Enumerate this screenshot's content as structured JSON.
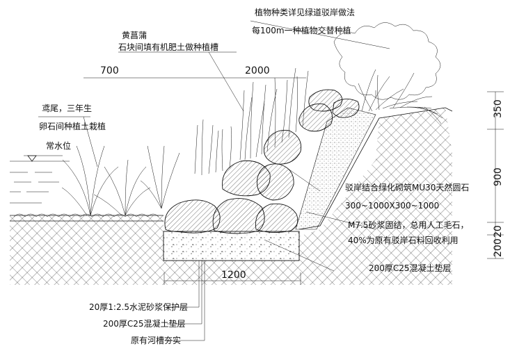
{
  "annotations": {
    "plant_note_1": "植物种类详见绿道驳岸做法",
    "plant_note_2": "每100m一种植物交替种植",
    "calamus_title": "黄菖蒲",
    "calamus_note": "石块间填有机肥土做种植槽",
    "iris_title": "鸢尾，三年生",
    "iris_note": "卵石间种植土栽植",
    "water_level": "常水位",
    "revetment_1": "驳岸结合绿化砌筑MU30天然圆石",
    "revetment_2": "300~1000X300~1000",
    "mortar_1": "M7.5砂浆固结，总用人工毛石，",
    "mortar_2": "40%为原有驳岸石料回收利用",
    "concrete_pad": "200厚C25混凝土垫层",
    "bottom_1": "20厚1:2.5水泥砂浆保护层",
    "bottom_2": "200厚C25混凝土垫层",
    "bottom_3": "原有河槽夯实"
  },
  "dimensions": {
    "d700": "700",
    "d2000": "2000",
    "d1200": "1200",
    "d350": "350",
    "d900": "900",
    "d20": "20",
    "d200": "200"
  }
}
